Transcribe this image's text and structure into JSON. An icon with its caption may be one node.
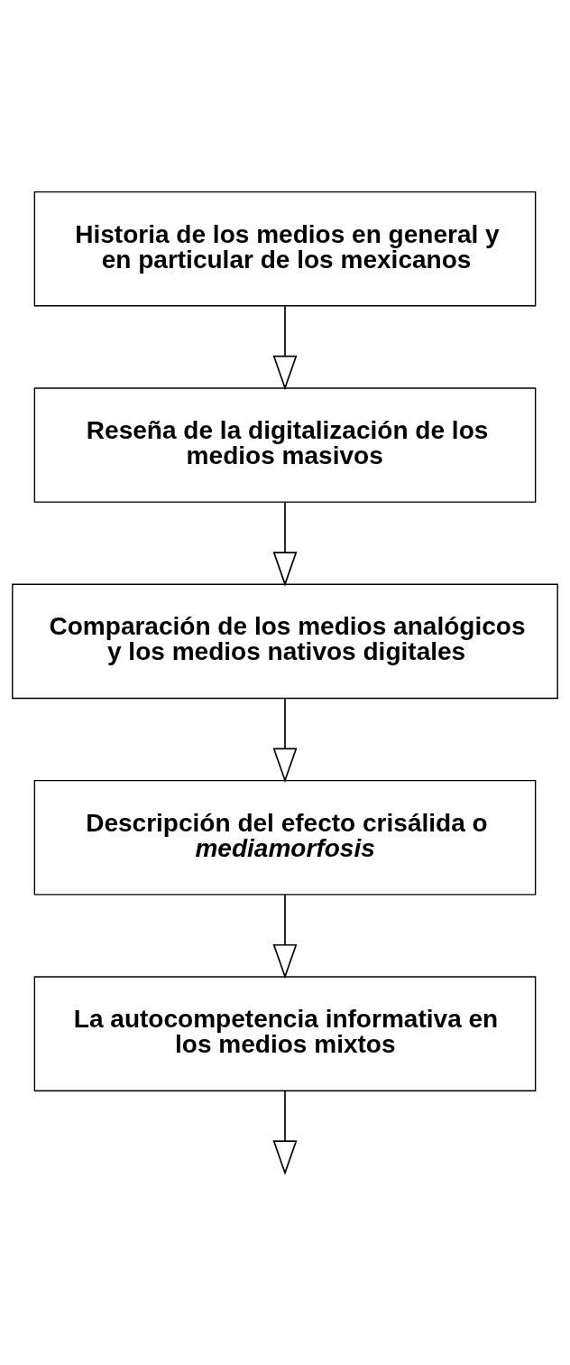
{
  "diagram": {
    "nodes": [
      {
        "text": [
          "Historia de los medios en general y en particular de los mexicanos"
        ]
      },
      {
        "text": [
          "Reseña de la digitalización de los medios masivos"
        ]
      },
      {
        "text": [
          "Comparación de los medios analógicos y los medios nativos digitales"
        ]
      },
      {
        "text": [
          "Descripción del efecto crisálida o *mediamorfosis*"
        ]
      },
      {
        "text": [
          "La autocompetencia informativa en los medios mixtos"
        ]
      }
    ],
    "edges": [
      {
        "from": 0,
        "to": 1,
        "arrow": "to"
      },
      {
        "from": 1,
        "to": 2,
        "arrow": "to"
      },
      {
        "from": 2,
        "to": 3,
        "arrow": "to"
      },
      {
        "from": 3,
        "to": 4,
        "arrow": "to"
      },
      {
        "from": 4,
        "to": null,
        "arrow": "to"
      }
    ]
  }
}
